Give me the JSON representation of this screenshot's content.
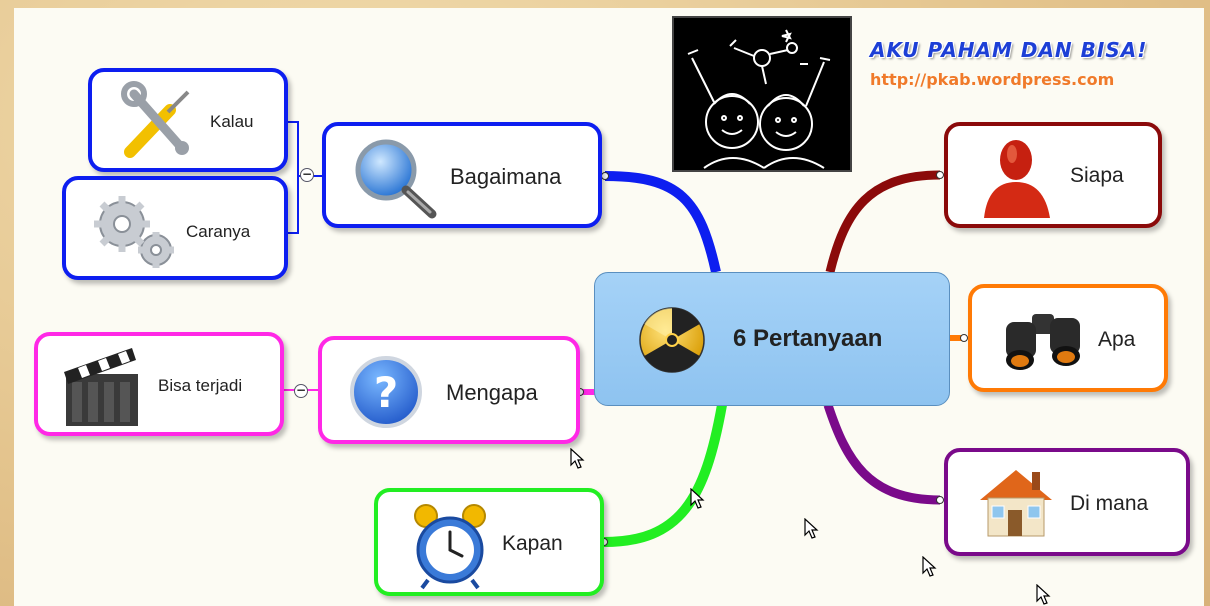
{
  "central": {
    "label": "6 Pertanyaan",
    "icon": "radiation-ball-icon"
  },
  "brand": {
    "title": "AKU PAHAM DAN BISA!",
    "url": "http://pkab.wordpress.com"
  },
  "nodes": {
    "siapa": {
      "label": "Siapa",
      "icon": "person-icon",
      "color": "#8b0a0a"
    },
    "apa": {
      "label": "Apa",
      "icon": "binoculars-icon",
      "color": "#ff7a05"
    },
    "dimana": {
      "label": "Di mana",
      "icon": "house-icon",
      "color": "#7a0a8a"
    },
    "bagaimana": {
      "label": "Bagaimana",
      "icon": "magnifier-icon",
      "color": "#0d1ef0"
    },
    "kalau": {
      "label": "Kalau",
      "icon": "tools-icon",
      "color": "#0d1ef0"
    },
    "caranya": {
      "label": "Caranya",
      "icon": "gears-icon",
      "color": "#0d1ef0"
    },
    "mengapa": {
      "label": "Mengapa",
      "icon": "question-icon",
      "color": "#ff28e6"
    },
    "bisaterjadi": {
      "label": "Bisa terjadi",
      "icon": "clapperboard-icon",
      "color": "#ff28e6"
    },
    "kapan": {
      "label": "Kapan",
      "icon": "alarm-clock-icon",
      "color": "#22ee22"
    }
  }
}
